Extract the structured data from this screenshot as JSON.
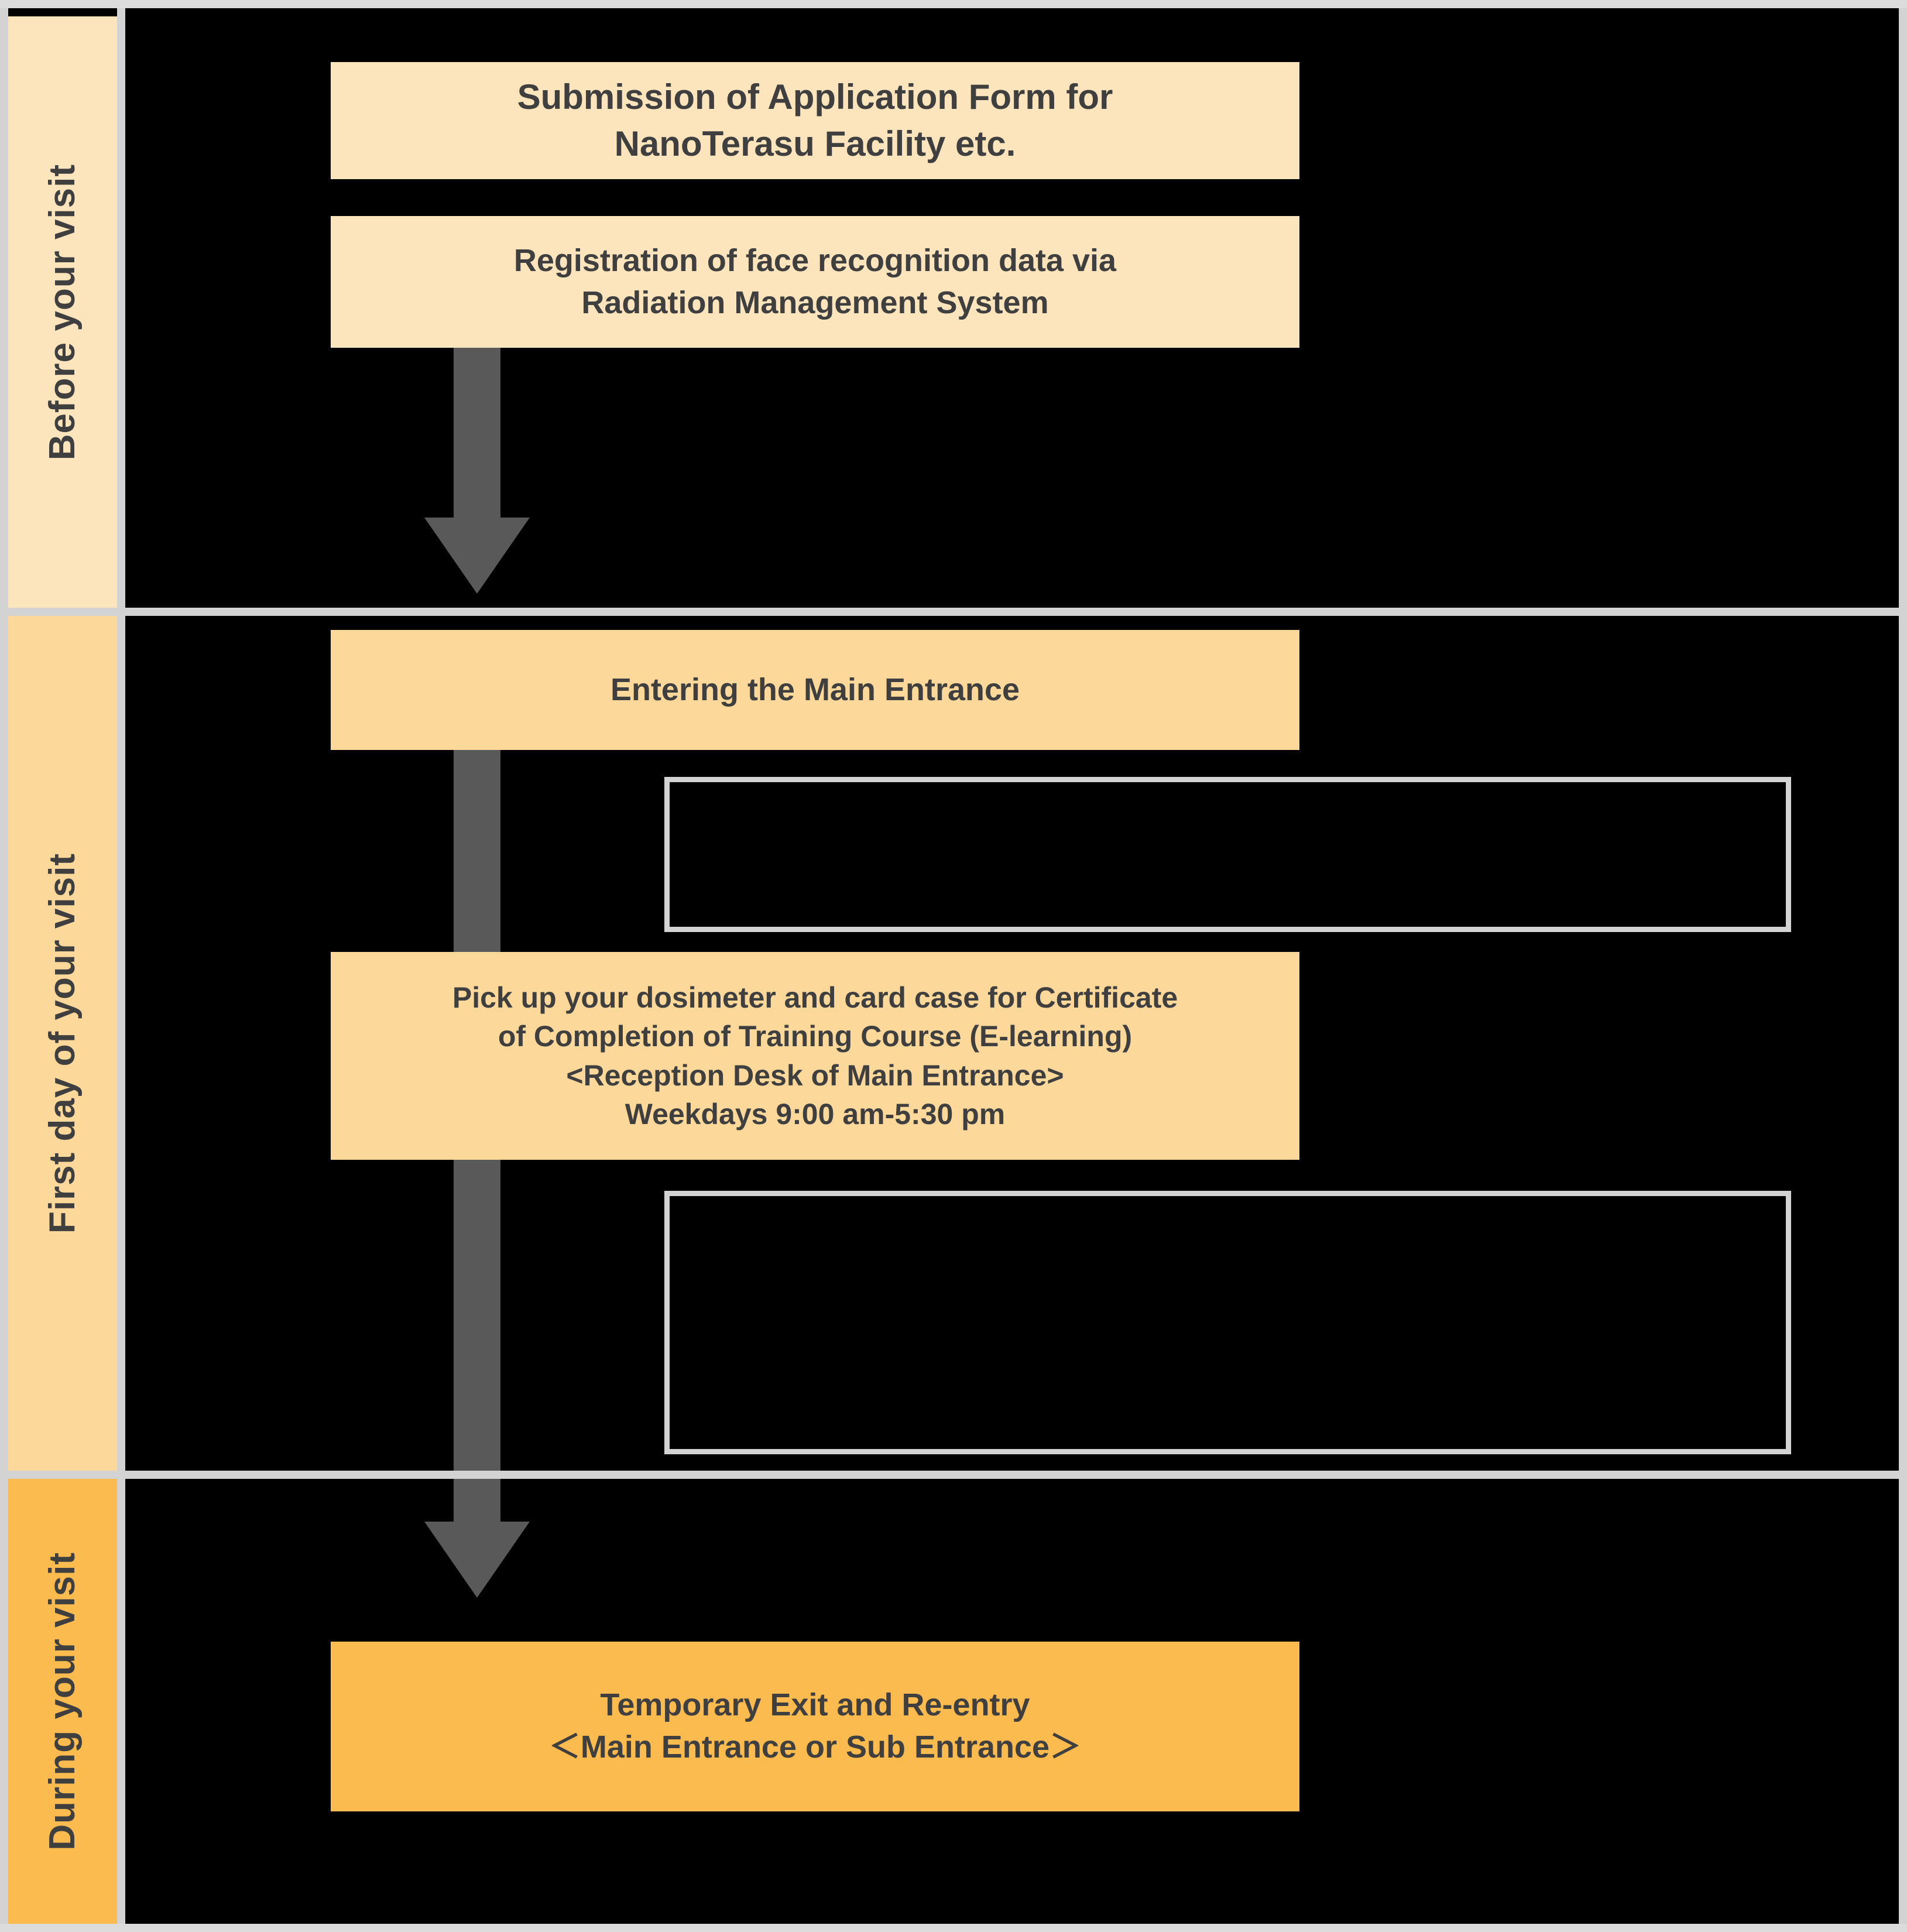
{
  "diagram": {
    "title": "NanoTerasu visit procedure flow",
    "background_color": "#000000",
    "frame_color": "#d3d3d3",
    "text_color": "#3f3f3f",
    "arrow_color": "#595959"
  },
  "stages": [
    {
      "id": "before-your-visit",
      "label": "Before your visit",
      "color": "#FCE5BD"
    },
    {
      "id": "first-day-of-your-visit",
      "label": "First day of your visit",
      "color": "#FCD99A"
    },
    {
      "id": "during-your-visit",
      "label": "During your visit",
      "color": "#FCBB4E"
    }
  ],
  "steps": [
    {
      "id": "submission-of-application-form",
      "lines": [
        "Submission of Application Form for",
        "NanoTerasu Facility etc."
      ],
      "color": "#FCE5BD"
    },
    {
      "id": "registration-of-face-recognition-data",
      "lines": [
        "Registration of face recognition data via",
        "Radiation Management System"
      ],
      "color": "#FCE5BD"
    },
    {
      "id": "entering-the-main-entrance",
      "lines": [
        "Entering the Main Entrance"
      ],
      "color": "#FCD99A"
    },
    {
      "id": "pick-up-dosimeter-and-card-case",
      "lines": [
        "Pick up your dosimeter and card case for  Certificate",
        "of Completion of Training Course (E-learning)",
        "<Reception Desk of Main Entrance>",
        "Weekdays 9:00 am-5:30 pm"
      ],
      "color": "#FCD99A"
    },
    {
      "id": "temporary-exit-and-re-entry",
      "lines": [
        "Temporary Exit and Re-entry",
        "＜Main Entrance or Sub Entrance＞"
      ],
      "color": "#FCBB4E"
    }
  ],
  "notes": [
    {
      "id": "note-box-upper",
      "text": ""
    },
    {
      "id": "note-box-lower",
      "text": ""
    }
  ],
  "arrows": [
    {
      "id": "arrow-before-to-first-day",
      "direction": "down"
    },
    {
      "id": "arrow-first-day-to-during",
      "direction": "down"
    }
  ]
}
